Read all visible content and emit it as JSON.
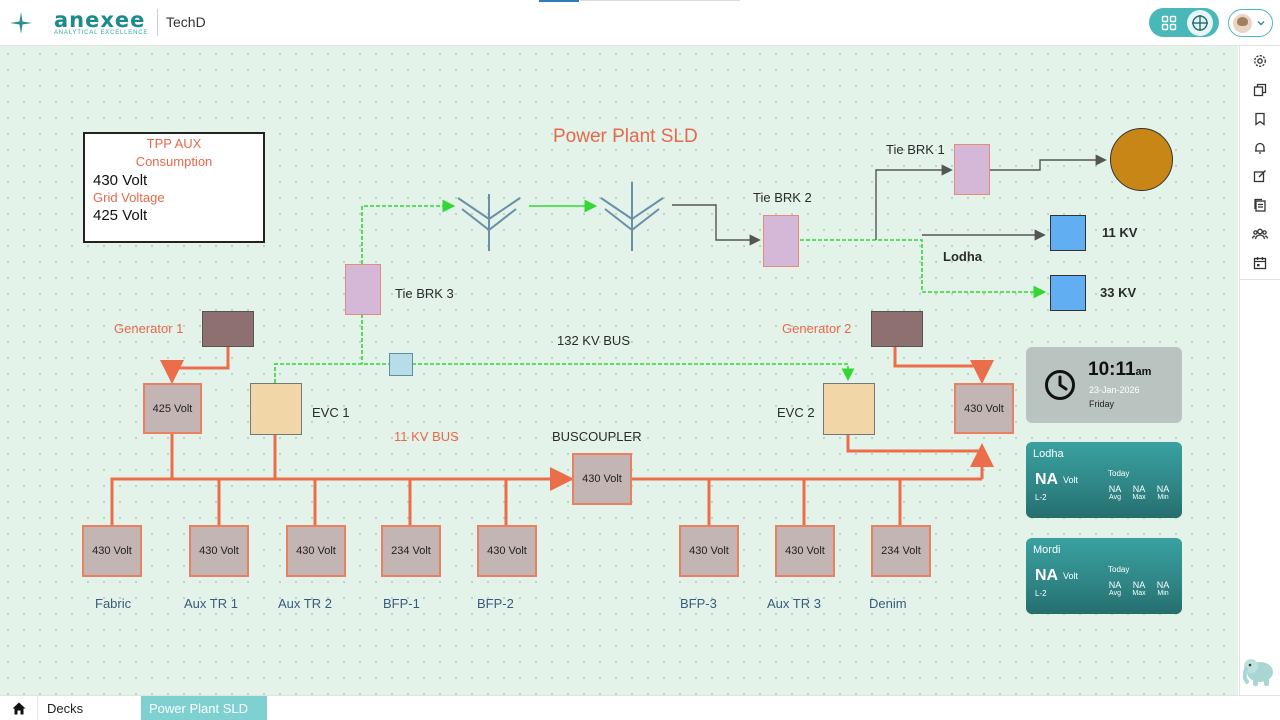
{
  "header": {
    "brand": "anexee",
    "tagline": "ANALYTICAL EXCELLENCE",
    "app_name": "TechD",
    "menu_icon": "plus-cross-icon",
    "tools": [
      "grid-icon",
      "target-icon"
    ],
    "user_icon": "avatar",
    "accent": "#49b8b8"
  },
  "diagram": {
    "title": "Power Plant SLD",
    "info_box": {
      "line1": "TPP AUX",
      "line2": "Consumption",
      "value1": "430 Volt",
      "line3": "Grid Voltage",
      "value2": "425 Volt"
    },
    "breakers": {
      "tie1": "Tie BRK 1",
      "tie2": "Tie BRK 2",
      "tie3": "Tie BRK 3"
    },
    "labels": {
      "kv11": "11 KV",
      "kv33": "33 KV",
      "lodha": "Lodha",
      "bus132": "132 KV BUS",
      "bus11": "11 KV BUS",
      "buscoupler": "BUSCOUPLER",
      "gen1": "Generator 1",
      "gen2": "Generator 2",
      "evc1": "EVC 1",
      "evc2": "EVC 2"
    },
    "gen_boxes": {
      "gen1": "425 Volt",
      "gen2": "430 Volt"
    },
    "coupler_value": "430 Volt",
    "feeders": [
      {
        "value": "430 Volt",
        "name": "Fabric"
      },
      {
        "value": "430 Volt",
        "name": "Aux TR 1"
      },
      {
        "value": "430 Volt",
        "name": "Aux TR 2"
      },
      {
        "value": "234 Volt",
        "name": "BFP-1"
      },
      {
        "value": "430 Volt",
        "name": "BFP-2"
      },
      {
        "value": "430 Volt",
        "name": "BFP-3"
      },
      {
        "value": "430 Volt",
        "name": "Aux TR 3"
      },
      {
        "value": "234 Volt",
        "name": "Denim"
      }
    ],
    "colors": {
      "bus_orange": "#ec6d4a",
      "live_green": "#33d633",
      "wire_gray": "#555555",
      "canvas": "#e3f3ea"
    }
  },
  "clock": {
    "time": "10:11",
    "ampm": "am",
    "date": "23-Jan-2026",
    "day": "Friday",
    "icon": "clock-icon"
  },
  "meters": [
    {
      "name": "Lodha",
      "value": "NA",
      "unit": "Volt",
      "sub": "L-2",
      "period": "Today",
      "stats": [
        {
          "value": "NA",
          "label": "Avg"
        },
        {
          "value": "NA",
          "label": "Max"
        },
        {
          "value": "NA",
          "label": "Min"
        }
      ]
    },
    {
      "name": "Mordi",
      "value": "NA",
      "unit": "Volt",
      "sub": "L-2",
      "period": "Today",
      "stats": [
        {
          "value": "NA",
          "label": "Avg"
        },
        {
          "value": "NA",
          "label": "Max"
        },
        {
          "value": "NA",
          "label": "Min"
        }
      ]
    }
  ],
  "rail": [
    "gear-icon",
    "copy-icon",
    "bookmark-icon",
    "bell-icon",
    "edit-icon",
    "document-icon",
    "users-icon",
    "calendar-icon"
  ],
  "footer": {
    "home_icon": "home-icon",
    "crumbs": [
      "Decks",
      "Power Plant SLD"
    ]
  }
}
